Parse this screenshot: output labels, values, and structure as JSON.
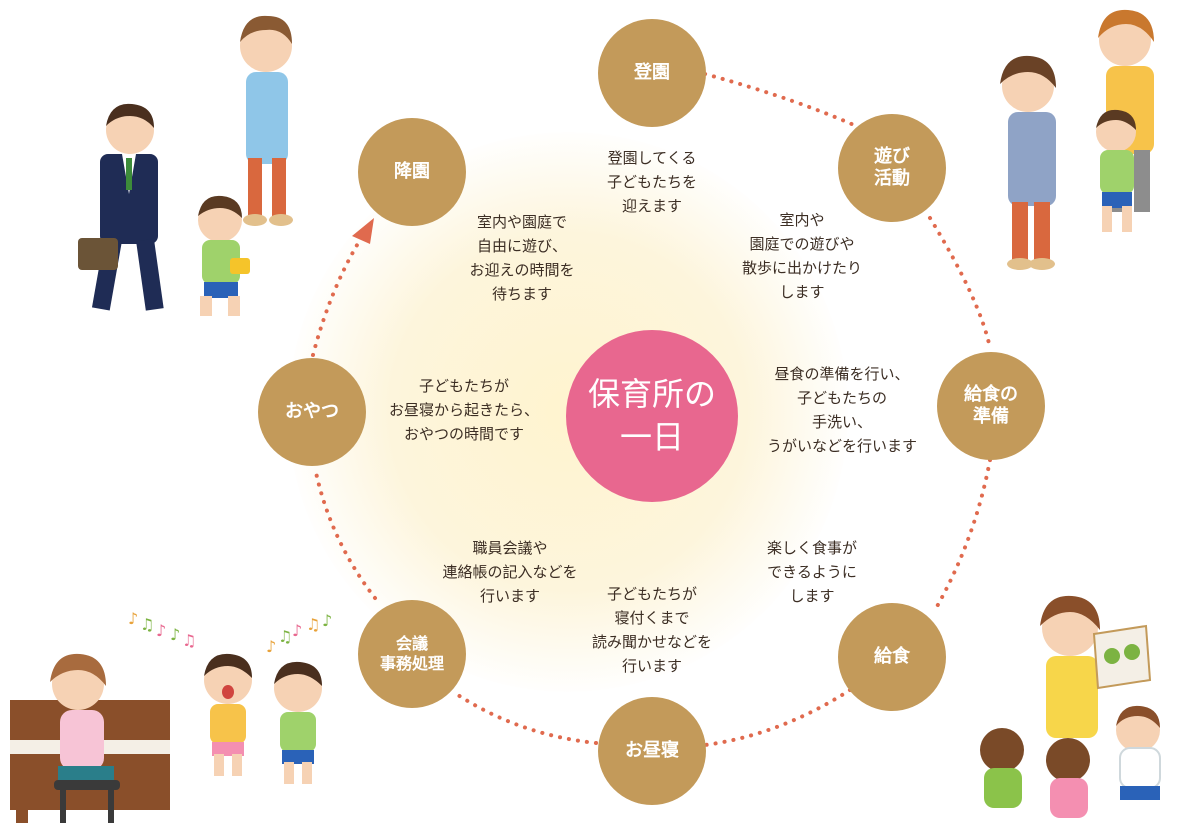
{
  "title": "保育所の\n一日",
  "nodes": {
    "touen": "登園",
    "asobi": "遊び\n活動",
    "kyushoku_junbi": "給食の\n準備",
    "kyushoku": "給食",
    "hirune": "お昼寝",
    "kaigi": "会議\n事務処理",
    "oyatsu": "おやつ",
    "koen": "降園"
  },
  "descriptions": {
    "touen": "登園してくる\n子どもたちを\n迎えます",
    "asobi": "室内や\n園庭での遊びや\n散歩に出かけたり\nします",
    "kyushoku_junbi": "昼食の準備を行い、\n子どもたちの\n手洗い、\nうがいなどを行います",
    "kyushoku": "楽しく食事が\nできるように\nします",
    "hirune": "子どもたちが\n寝付くまで\n読み聞かせなどを\n行います",
    "kaigi": "職員会議や\n連絡帳の記入などを\n行います",
    "oyatsu": "子どもたちが\nお昼寝から起きたら、\nおやつの時間です",
    "koen": "室内や園庭で\n自由に遊び、\nお迎えの時間を\n待ちます"
  },
  "colors": {
    "node": "#c39a5a",
    "center": "#e8678f",
    "ring": "#e06a4e",
    "text": "#3c2e24"
  }
}
